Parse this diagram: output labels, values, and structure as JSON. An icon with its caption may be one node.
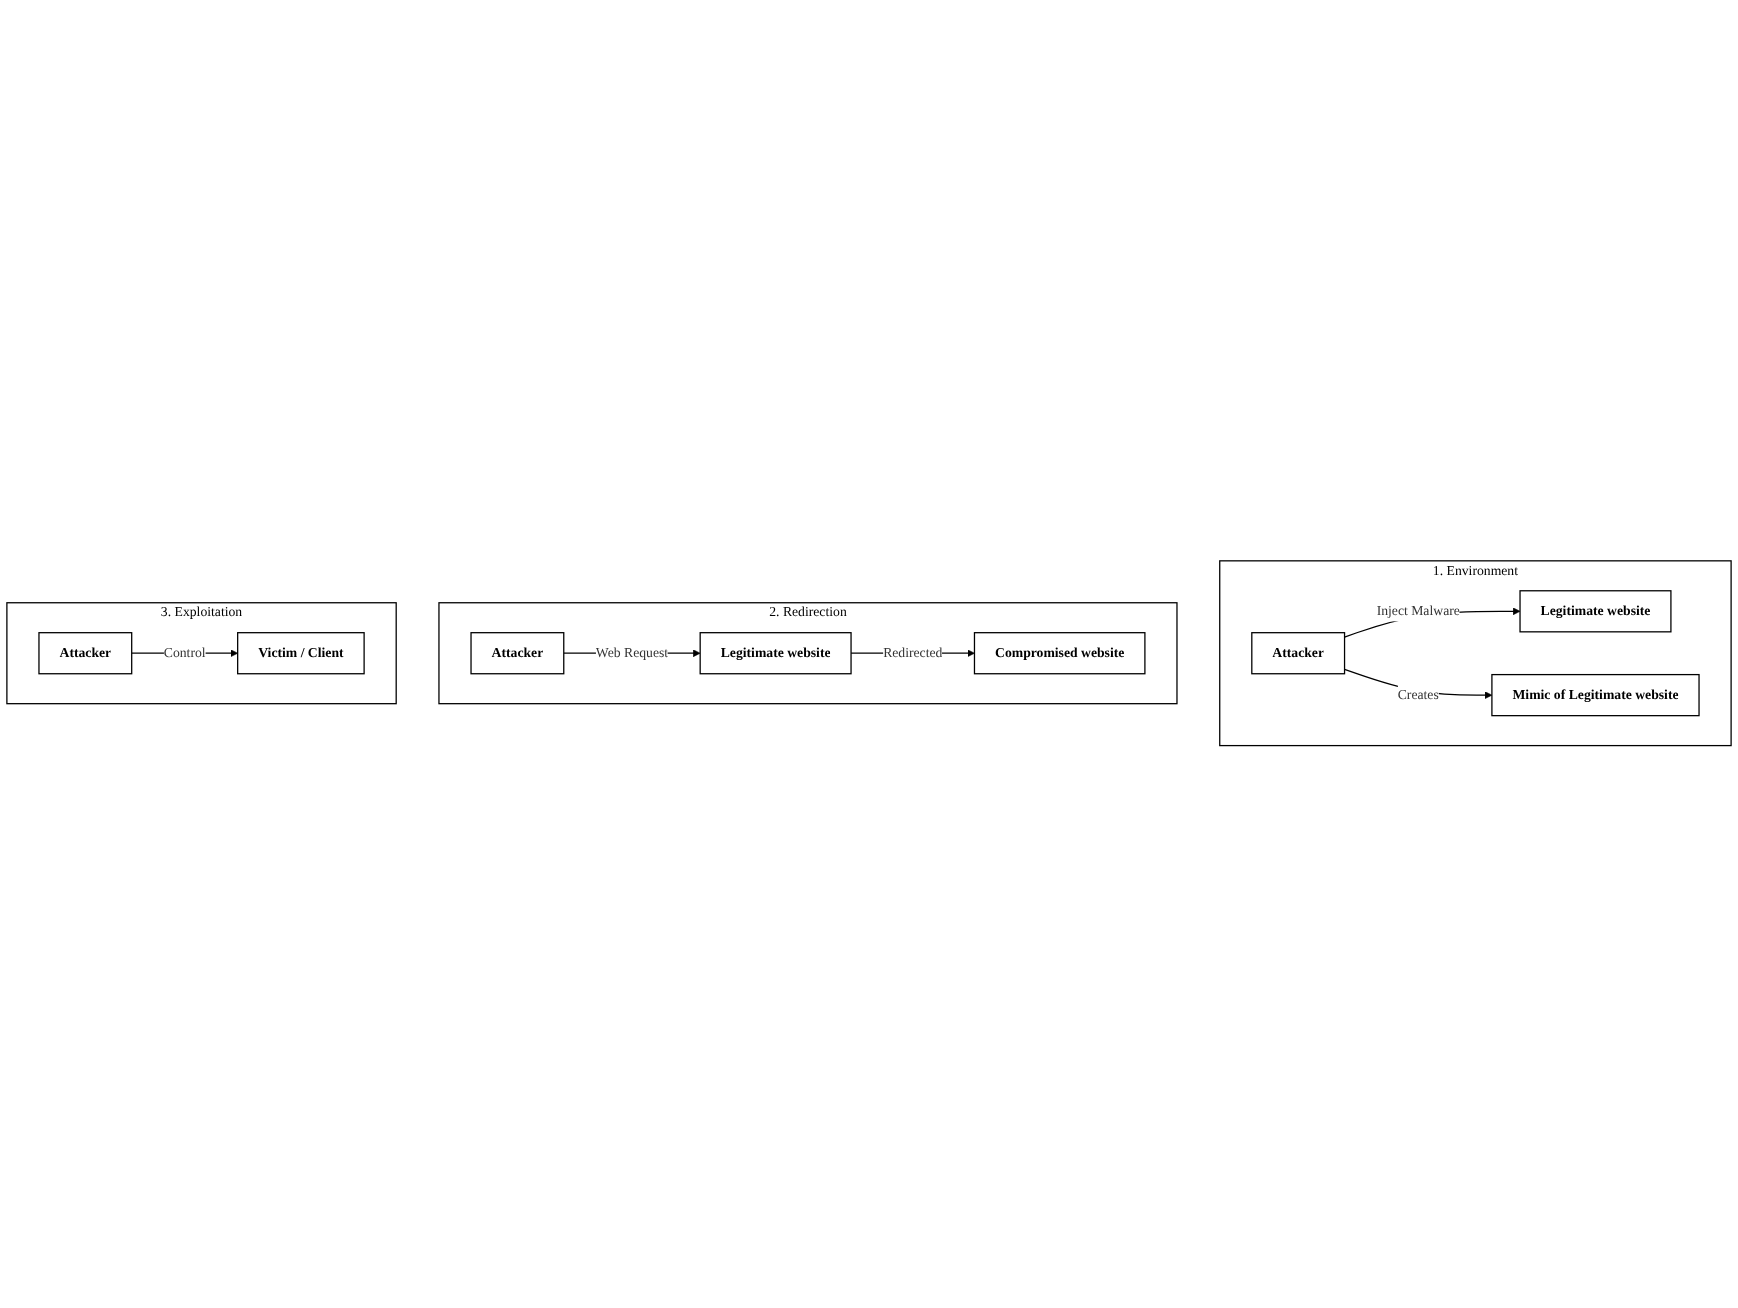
{
  "diagram": {
    "nodes": [
      {
        "text": [
          "1. Environment"
        ]
      },
      {
        "text": [
          "Attacker"
        ],
        "in": 0
      },
      {
        "text": [
          "Legitimate website"
        ],
        "in": 0
      },
      {
        "text": [
          "Mimic of Legitimate website"
        ],
        "in": 0
      },
      {
        "text": [
          "2. Redirection"
        ]
      },
      {
        "text": [
          "Attacker"
        ],
        "in": 4
      },
      {
        "text": [
          "Legitimate website"
        ],
        "in": 4
      },
      {
        "text": [
          "Compromised website"
        ],
        "in": 4
      },
      {
        "text": [
          "3. Exploitation"
        ]
      },
      {
        "text": [
          "Attacker"
        ],
        "in": 8
      },
      {
        "text": [
          "Victim / Client"
        ],
        "in": 8
      }
    ],
    "edges": [
      {
        "from": 1,
        "to": 2,
        "arrow": "to",
        "label": "Inject Malware"
      },
      {
        "from": 1,
        "to": 3,
        "arrow": "to",
        "label": "Creates"
      },
      {
        "from": 5,
        "to": 6,
        "arrow": "to",
        "label": "Web Request"
      },
      {
        "from": 6,
        "to": 7,
        "arrow": "to",
        "label": "Redirected"
      },
      {
        "from": 9,
        "to": 10,
        "arrow": "to",
        "label": "Control"
      }
    ]
  }
}
